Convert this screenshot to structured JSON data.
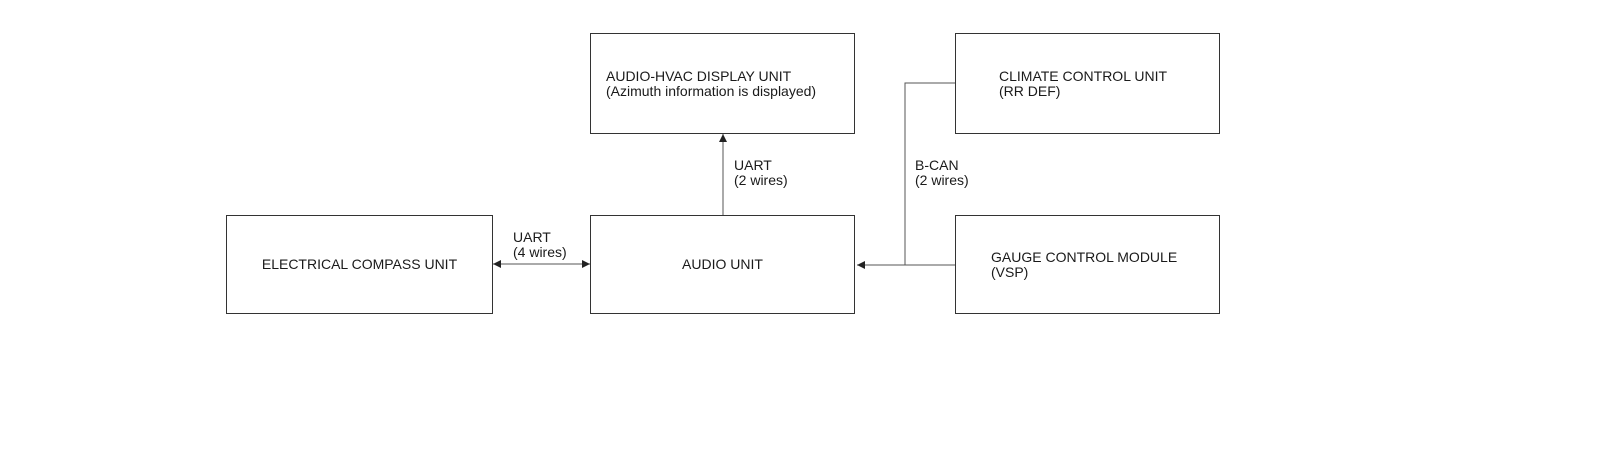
{
  "units": {
    "display": {
      "name": "AUDIO-HVAC DISPLAY UNIT",
      "note": "(Azimuth information is displayed)"
    },
    "climate": {
      "name": "CLIMATE CONTROL UNIT",
      "note": "(RR DEF)"
    },
    "compass": {
      "name": "ELECTRICAL COMPASS UNIT"
    },
    "audio": {
      "name": "AUDIO UNIT"
    },
    "gauge": {
      "name": "GAUGE CONTROL MODULE",
      "note": "(VSP)"
    }
  },
  "connections": {
    "audio_to_display": {
      "protocol": "UART",
      "wires": "(2 wires)"
    },
    "compass_audio": {
      "protocol": "UART",
      "wires": "(4 wires)"
    },
    "bcan": {
      "protocol": "B-CAN",
      "wires": "(2 wires)"
    }
  },
  "colors": {
    "line": "#333333",
    "connector": "#555555"
  }
}
